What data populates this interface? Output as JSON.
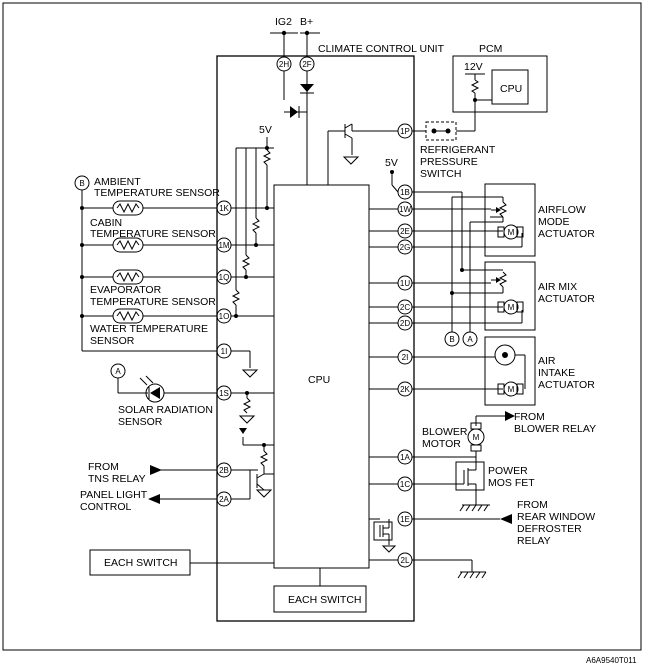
{
  "diagram": {
    "power_labels": {
      "ig2": "IG2",
      "b_plus": "B+"
    },
    "unit_label": "CLIMATE CONTROL UNIT",
    "cpu_label": "CPU",
    "pcm": {
      "title": "PCM",
      "voltage": "12V",
      "cpu": "CPU"
    },
    "refrigerant_switch": [
      "REFRIGERANT",
      "PRESSURE",
      "SWITCH"
    ],
    "five_volt": "5V",
    "sensors": {
      "ambient": [
        "AMBIENT",
        "TEMPERATURE SENSOR"
      ],
      "cabin": [
        "CABIN",
        "TEMPERATURE SENSOR"
      ],
      "evaporator": [
        "EVAPORATOR",
        "TEMPERATURE SENSOR"
      ],
      "water": [
        "WATER TEMPERATURE",
        "SENSOR"
      ],
      "solar": [
        "SOLAR RADIATION",
        "SENSOR"
      ]
    },
    "actuators": {
      "airflow": [
        "AIRFLOW",
        "MODE",
        "ACTUATOR"
      ],
      "air_mix": [
        "AIR MIX",
        "ACTUATOR"
      ],
      "air_intake": [
        "AIR",
        "INTAKE",
        "ACTUATOR"
      ]
    },
    "blower_motor": [
      "BLOWER",
      "MOTOR"
    ],
    "from_blower_relay": [
      "FROM",
      "BLOWER RELAY"
    ],
    "power_mos_fet": [
      "POWER",
      "MOS FET"
    ],
    "from_rear_defroster": [
      "FROM",
      "REAR WINDOW",
      "DEFROSTER",
      "RELAY"
    ],
    "from_tns_relay": [
      "FROM",
      "TNS RELAY"
    ],
    "panel_light": [
      "PANEL LIGHT",
      "CONTROL"
    ],
    "each_switch_left": "EACH SWITCH",
    "each_switch_bottom": "EACH SWITCH",
    "connectors": {
      "a": "A",
      "b": "B"
    },
    "motor_symbol": "M",
    "pins": {
      "p2H": "2H",
      "p2F": "2F",
      "p1P": "1P",
      "p1B": "1B",
      "p1W": "1W",
      "p2E": "2E",
      "p2G": "2G",
      "p1U": "1U",
      "p2C": "2C",
      "p2D": "2D",
      "p2I": "2I",
      "p2K": "2K",
      "p1A": "1A",
      "p1C": "1C",
      "p1E": "1E",
      "p2L": "2L",
      "p1K": "1K",
      "p1M": "1M",
      "p1Q": "1Q",
      "p1O": "1O",
      "p1I": "1I",
      "p1S": "1S",
      "p2B": "2B",
      "p2A": "2A"
    },
    "figure_code": "A6A9540T011"
  }
}
